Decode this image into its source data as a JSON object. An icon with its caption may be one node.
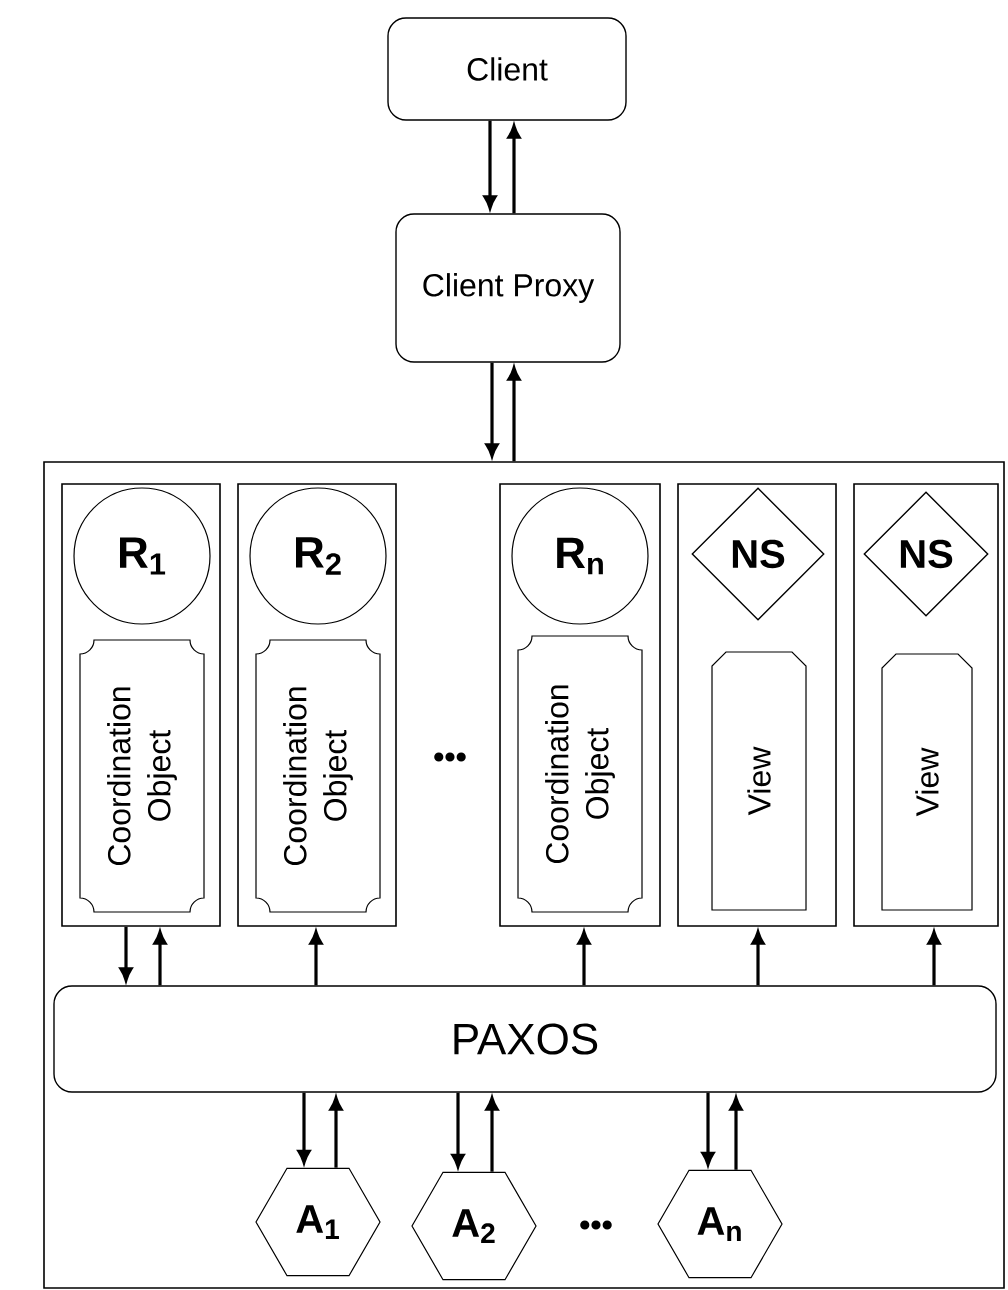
{
  "diagram": {
    "nodes": [
      {
        "text": [
          "Client"
        ]
      },
      {
        "text": [
          "Client Proxy"
        ]
      },
      {
        "text": [],
        "shape": "box"
      },
      {
        "text": [],
        "shape": "box",
        "in": 2
      },
      {
        "text": [
          "R$_{1}$"
        ],
        "in": 3
      },
      {
        "text": [
          "Coordination Object"
        ],
        "in": 3
      },
      {
        "text": [],
        "shape": "box",
        "in": 2
      },
      {
        "text": [
          "R$_{2}$"
        ],
        "in": 6
      },
      {
        "text": [
          "Coordination Object"
        ],
        "in": 6
      },
      {
        "text": [],
        "shape": "box",
        "in": 2
      },
      {
        "text": [
          "R$_{n}$"
        ],
        "in": 9
      },
      {
        "text": [
          "Coordination Object"
        ],
        "in": 9
      },
      {
        "text": [],
        "shape": "box",
        "in": 2
      },
      {
        "text": [
          "NS"
        ],
        "in": 12
      },
      {
        "text": [
          "View"
        ],
        "in": 12
      },
      {
        "text": [],
        "shape": "box",
        "in": 2
      },
      {
        "text": [
          "NS"
        ],
        "in": 15
      },
      {
        "text": [
          "View"
        ],
        "in": 15
      },
      {
        "text": [
          "PAXOS"
        ],
        "in": 2
      },
      {
        "text": [
          "A$_{1}$"
        ],
        "in": 2
      },
      {
        "text": [
          "A$_{2}$"
        ],
        "in": 2
      },
      {
        "text": [
          "A$_{n}$"
        ],
        "in": 2
      }
    ],
    "edges": [
      {
        "from": 0,
        "to": 1,
        "arrow": "to"
      },
      {
        "from": 1,
        "to": 0,
        "arrow": "to"
      },
      {
        "from": 1,
        "to": 2,
        "arrow": "to"
      },
      {
        "from": 2,
        "to": 1,
        "arrow": "to"
      },
      {
        "from": 3,
        "to": 18,
        "arrow": "to"
      },
      {
        "from": 18,
        "to": 3,
        "arrow": "to"
      },
      {
        "from": 18,
        "to": 6,
        "arrow": "to"
      },
      {
        "from": 18,
        "to": 9,
        "arrow": "to"
      },
      {
        "from": 18,
        "to": 12,
        "arrow": "to"
      },
      {
        "from": 18,
        "to": 15,
        "arrow": "to"
      },
      {
        "from": 18,
        "to": 19,
        "arrow": "to"
      },
      {
        "from": 19,
        "to": 18,
        "arrow": "to"
      },
      {
        "from": 18,
        "to": 20,
        "arrow": "to"
      },
      {
        "from": 20,
        "to": 18,
        "arrow": "to"
      },
      {
        "from": 18,
        "to": 21,
        "arrow": "to"
      },
      {
        "from": 21,
        "to": 18,
        "arrow": "to"
      }
    ],
    "labels": [
      "•••",
      "•••"
    ]
  }
}
